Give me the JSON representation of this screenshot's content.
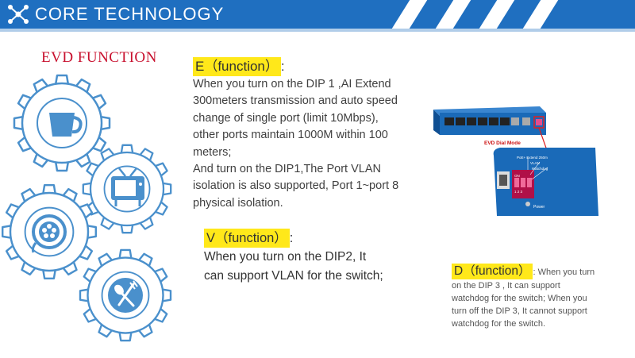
{
  "header": {
    "title": "CORE TECHNOLOGY",
    "bar_color": "#1f6fc0",
    "icon": "network-nodes-icon"
  },
  "evd_title": "EVD FUNCTION",
  "gears": {
    "color": "#4a90cc",
    "icons": [
      "cup-icon",
      "tv-icon",
      "film-reel-icon",
      "fork-spoon-icon"
    ]
  },
  "e_section": {
    "heading": "E（function）",
    "colon": ":",
    "lines": [
      "When you turn on the DIP 1 ,AI Extend",
      "300meters transmission and auto speed",
      "change of single port (limit 10Mbps),",
      "other ports maintain 1000M within 100",
      "meters;",
      "And turn on the DIP1,The Port VLAN",
      "isolation is also supported, Port 1~port 8",
      "physical isolation."
    ]
  },
  "v_section": {
    "heading": "V（function）",
    "colon": ":",
    "lines": [
      "When you turn on the DIP2, It",
      "can support VLAN for the switch;"
    ]
  },
  "d_section": {
    "heading": "D（function）",
    "inline_text": ": When you turn",
    "lines": [
      "on the DIP 3 , It can support",
      "watchdog for the switch; When you",
      "turn off the DIP 3, It cannot support",
      "watchdog for the switch."
    ]
  },
  "device": {
    "mode_label": "EVD Dial Mode",
    "switch_labels": [
      "PoE+ Extend 250m",
      "VLAN",
      "Watchdog"
    ],
    "on_label": "ON",
    "dip_numbers": "1 2 3",
    "power_label": "Power",
    "highlight_color": "#ffe81a",
    "device_color": "#1a6ab8"
  }
}
